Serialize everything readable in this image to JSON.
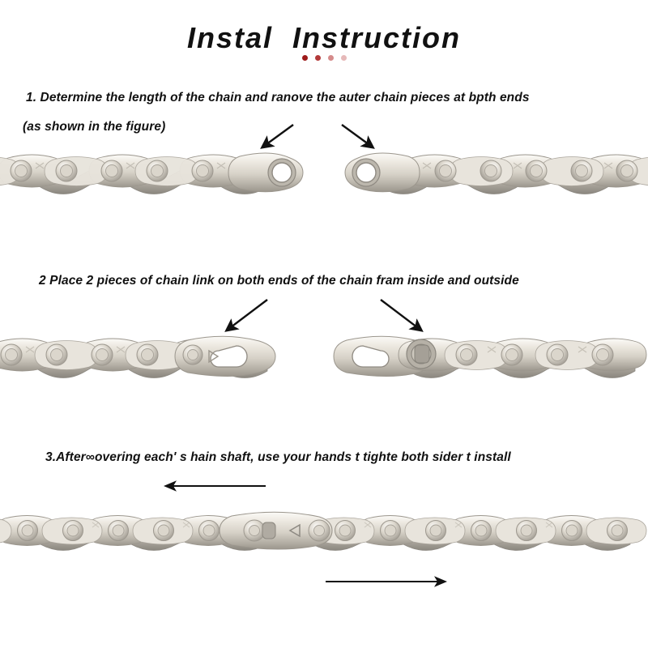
{
  "header": {
    "title": "Instal  Instruction",
    "dots": [
      {
        "name": "dot-1",
        "color": "#9e1b1b"
      },
      {
        "name": "dot-2",
        "color": "#b33a3a"
      },
      {
        "name": "dot-3",
        "color": "#d58b8b"
      },
      {
        "name": "dot-4",
        "color": "#e6b9b9"
      }
    ]
  },
  "steps": [
    {
      "id": "step-1",
      "line1": "1. Determine the length of the chain and ranove the auter chain pieces at bpth ends",
      "line2": "(as shown in the figure)",
      "arrows": [
        {
          "name": "arrow-step1-left",
          "direction": "down-left"
        },
        {
          "name": "arrow-step1-right",
          "direction": "down-right"
        }
      ],
      "images": [
        {
          "name": "chain-image-step1-left",
          "alt": "bicycle chain segment with open end link on the right"
        },
        {
          "name": "chain-image-step1-right",
          "alt": "bicycle chain segment with open end link on the left"
        }
      ]
    },
    {
      "id": "step-2",
      "line1": "2 Place 2 pieces of chain link on both ends of the chain fram inside and outside",
      "arrows": [
        {
          "name": "arrow-step2-left",
          "direction": "down-left"
        },
        {
          "name": "arrow-step2-right",
          "direction": "down-right"
        }
      ],
      "images": [
        {
          "name": "chain-image-step2-left",
          "alt": "chain with master link keyhole plate attached at right end"
        },
        {
          "name": "chain-image-step2-right",
          "alt": "chain with master link keyhole plate and pin at left end"
        }
      ]
    },
    {
      "id": "step-3",
      "line1": "3.After∞overing each' s hain shaft, use your hands t tighte both sider t install",
      "arrows": [
        {
          "name": "arrow-step3-top",
          "direction": "left"
        },
        {
          "name": "arrow-step3-bottom",
          "direction": "right"
        }
      ],
      "images": [
        {
          "name": "chain-image-step3",
          "alt": "full bicycle chain with joined master link at center"
        }
      ]
    }
  ],
  "colors": {
    "background": "#ffffff",
    "text": "#111111",
    "arrow": "#111111",
    "chain_light": "#f2efe9",
    "chain_mid": "#d9d5cc",
    "chain_dark": "#a9a49a",
    "chain_shadow": "#8d8982"
  }
}
